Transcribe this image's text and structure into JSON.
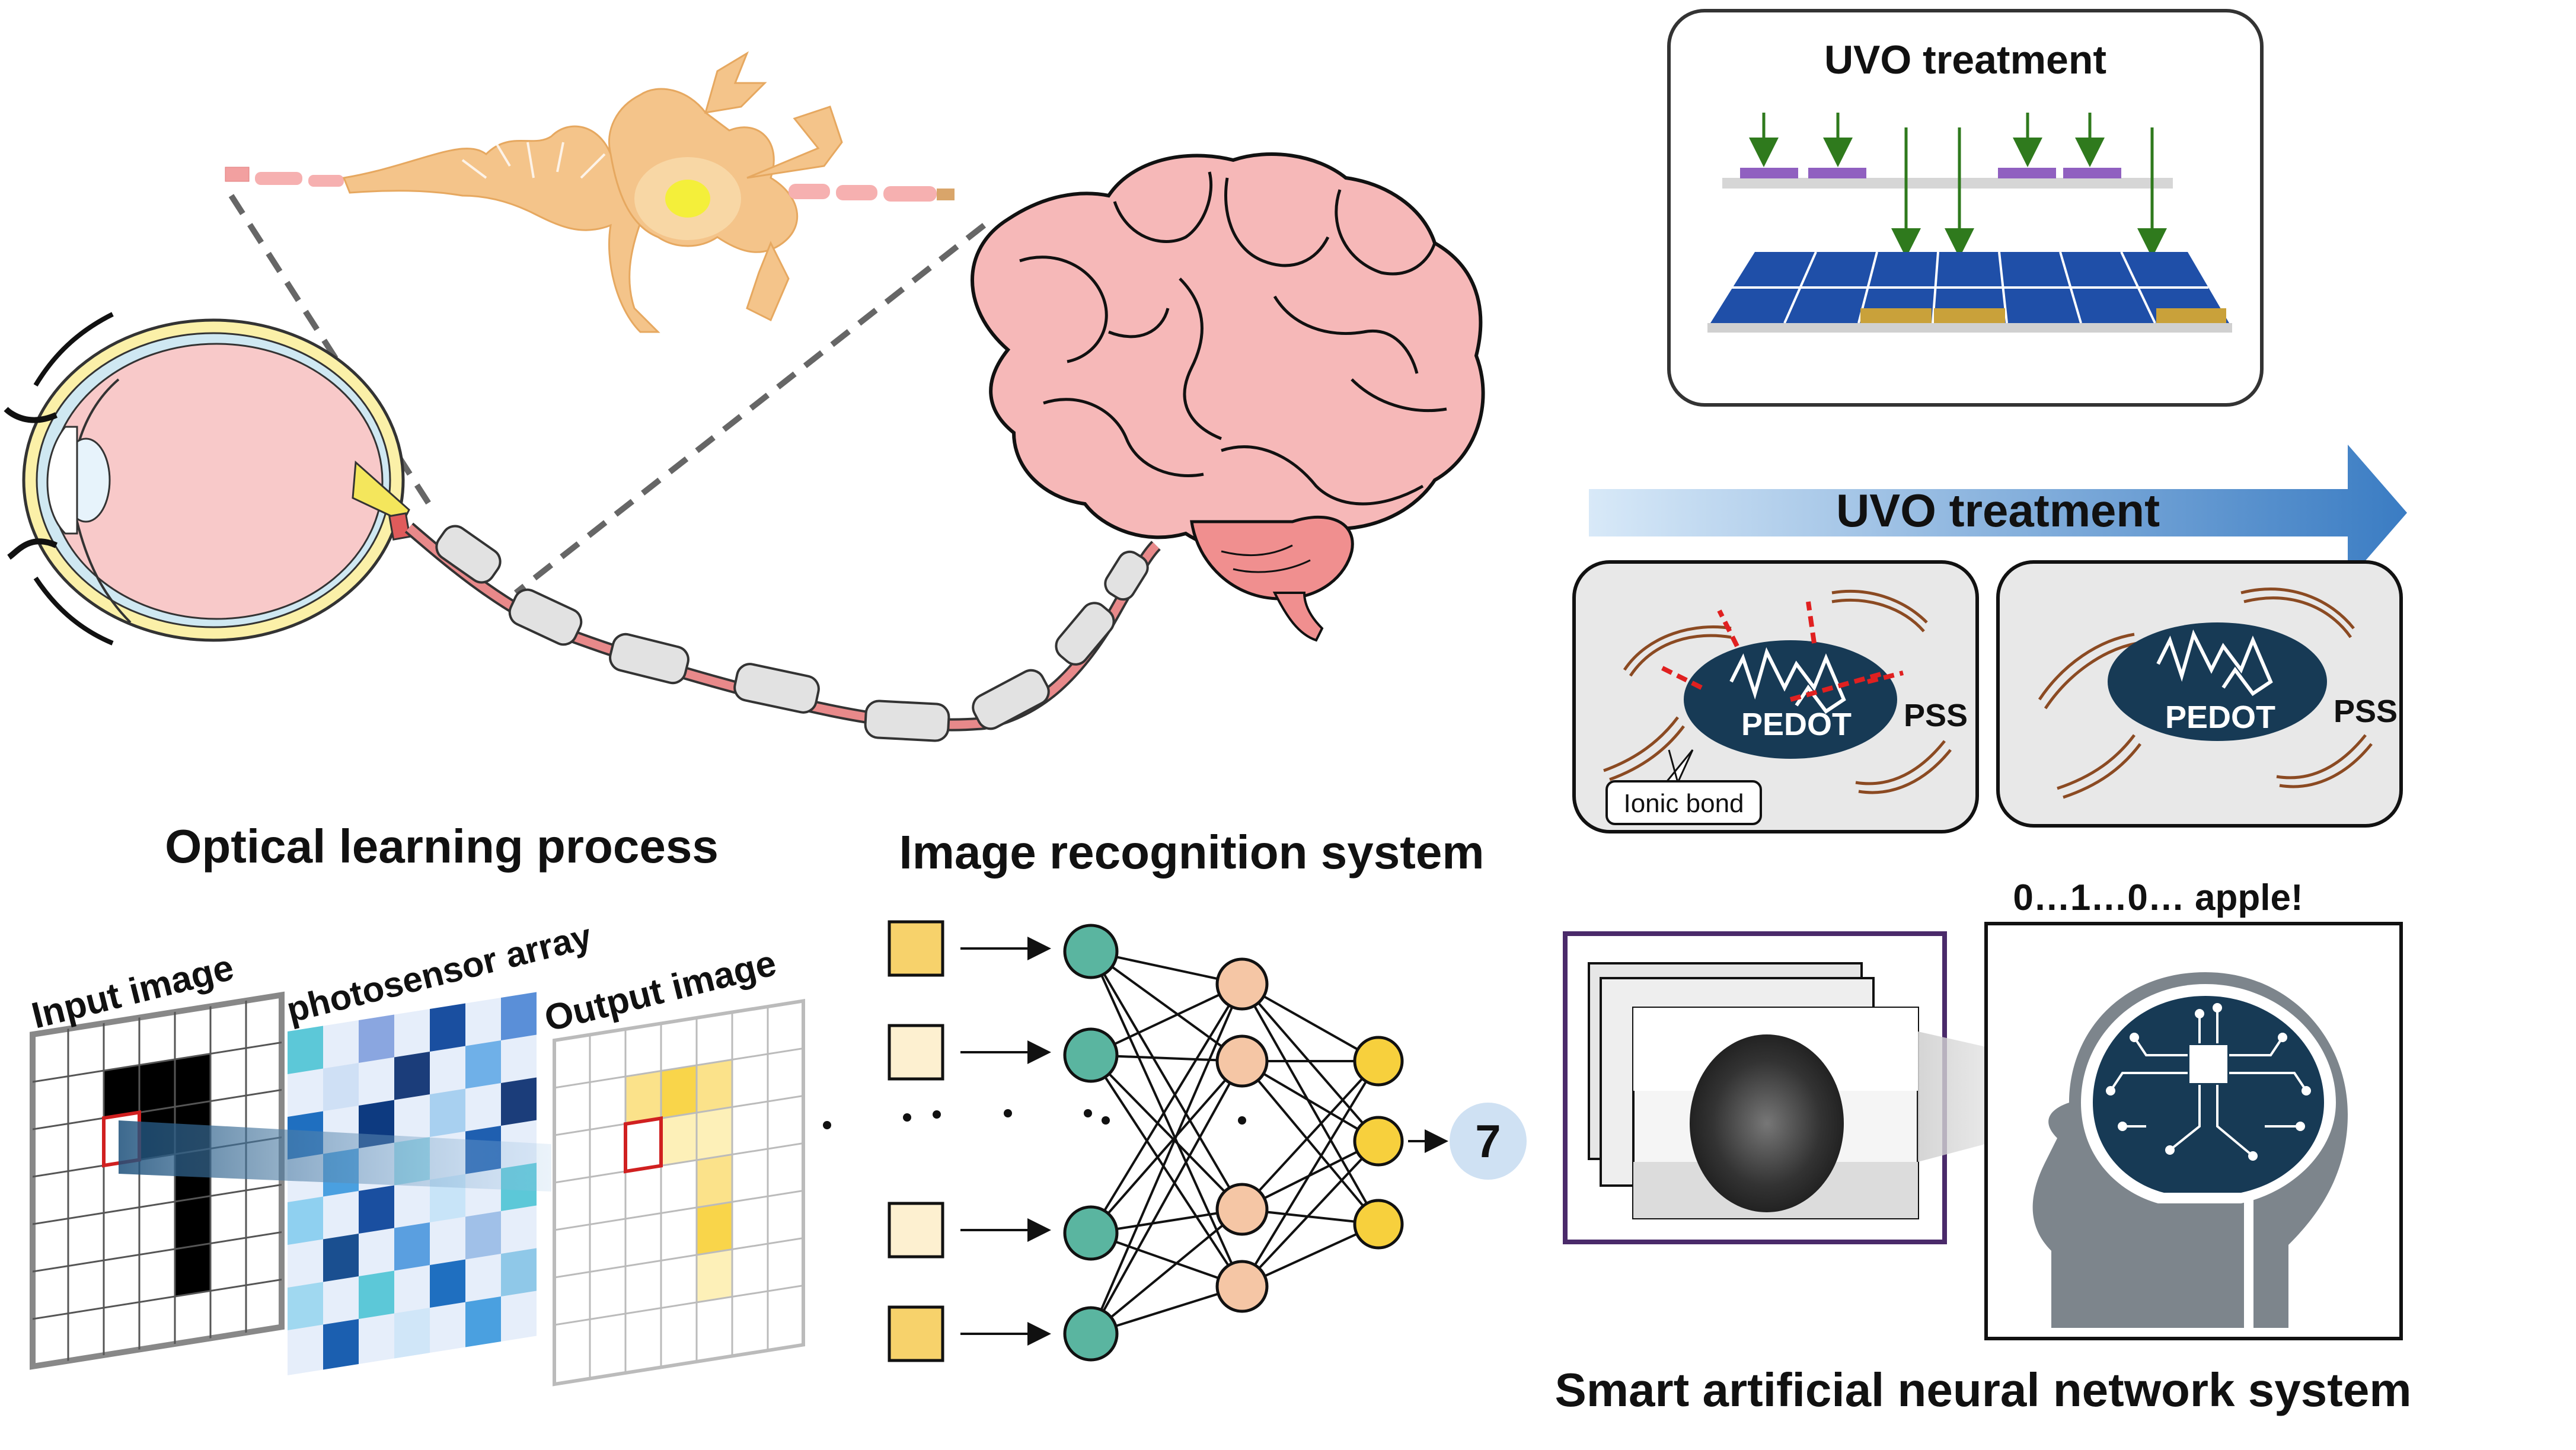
{
  "labels": {
    "uvo_box_title": "UVO treatment",
    "uvo_arrow_label": "UVO treatment",
    "pedot_before": "PEDOT",
    "pss_before": "PSS",
    "ionic_bond": "Ionic bond",
    "pedot_after": "PEDOT",
    "pss_after": "PSS",
    "optical_learning": "Optical learning process",
    "image_recognition": "Image recognition system",
    "input_image": "Input image",
    "photosensor_array": "photosensor array",
    "output_image": "Output image",
    "output_digit": "7",
    "recognition_result": "0…1…0… apple!",
    "smart_ann": "Smart artificial neural network system"
  },
  "colors": {
    "brain_pink": "#f6b8b8",
    "axon_red": "#e07a7a",
    "myelin_grey": "#e2e2e2",
    "pedot_navy": "#173a55",
    "uvo_arrow_blue": "#4a8ac9",
    "ann_input_yellow": "#f7d26b",
    "ann_hidden1_teal": "#5ab5a0",
    "ann_hidden2_peach": "#f5c6a5",
    "ann_output_yellow": "#f7d03d",
    "head_grey": "#7d858c",
    "solar_blue": "#1f4fa8",
    "solar_gold": "#c9a13a"
  }
}
